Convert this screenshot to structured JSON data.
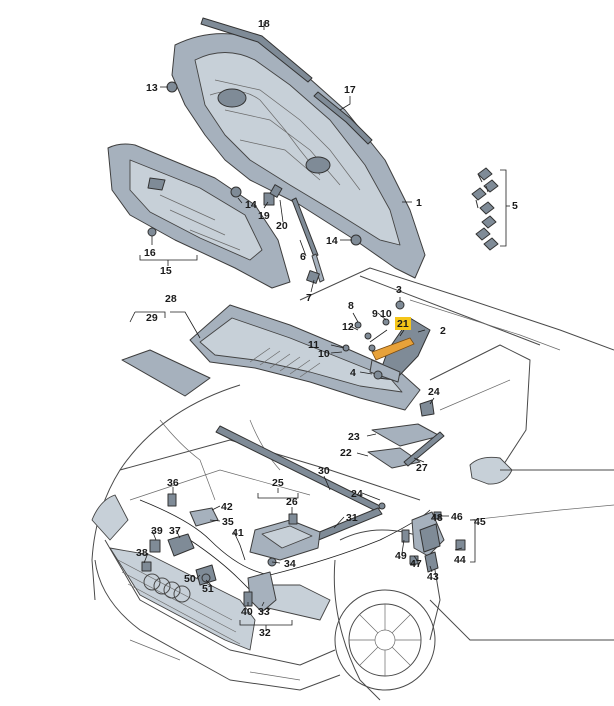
{
  "colors": {
    "part_fill": "#a6b1bd",
    "part_dark": "#7f8b97",
    "outline": "#4a4a4a",
    "highlight": "#f5c518",
    "highlight_part": "#e8a23a"
  },
  "callouts": [
    {
      "id": "c1",
      "text": "1"
    },
    {
      "id": "c2",
      "text": "2"
    },
    {
      "id": "c3",
      "text": "3"
    },
    {
      "id": "c4",
      "text": "4"
    },
    {
      "id": "c5",
      "text": "5"
    },
    {
      "id": "c6",
      "text": "6"
    },
    {
      "id": "c7",
      "text": "7"
    },
    {
      "id": "c8",
      "text": "8"
    },
    {
      "id": "c9",
      "text": "9"
    },
    {
      "id": "c10a",
      "text": "10"
    },
    {
      "id": "c10b",
      "text": "10"
    },
    {
      "id": "c11",
      "text": "11"
    },
    {
      "id": "c12",
      "text": "12"
    },
    {
      "id": "c13",
      "text": "13"
    },
    {
      "id": "c14a",
      "text": "14"
    },
    {
      "id": "c14b",
      "text": "14"
    },
    {
      "id": "c15",
      "text": "15"
    },
    {
      "id": "c16",
      "text": "16"
    },
    {
      "id": "c17",
      "text": "17"
    },
    {
      "id": "c18",
      "text": "18"
    },
    {
      "id": "c19",
      "text": "19"
    },
    {
      "id": "c20",
      "text": "20"
    },
    {
      "id": "c21",
      "text": "21",
      "highlighted": true
    },
    {
      "id": "c22",
      "text": "22"
    },
    {
      "id": "c23",
      "text": "23"
    },
    {
      "id": "c24a",
      "text": "24"
    },
    {
      "id": "c24b",
      "text": "24"
    },
    {
      "id": "c25",
      "text": "25"
    },
    {
      "id": "c26",
      "text": "26"
    },
    {
      "id": "c27",
      "text": "27"
    },
    {
      "id": "c28",
      "text": "28"
    },
    {
      "id": "c29",
      "text": "29"
    },
    {
      "id": "c30",
      "text": "30"
    },
    {
      "id": "c31",
      "text": "31"
    },
    {
      "id": "c32",
      "text": "32"
    },
    {
      "id": "c33",
      "text": "33"
    },
    {
      "id": "c34",
      "text": "34"
    },
    {
      "id": "c35",
      "text": "35"
    },
    {
      "id": "c36",
      "text": "36"
    },
    {
      "id": "c37",
      "text": "37"
    },
    {
      "id": "c38",
      "text": "38"
    },
    {
      "id": "c39",
      "text": "39"
    },
    {
      "id": "c40",
      "text": "40"
    },
    {
      "id": "c41",
      "text": "41"
    },
    {
      "id": "c42",
      "text": "42"
    },
    {
      "id": "c43",
      "text": "43"
    },
    {
      "id": "c44",
      "text": "44"
    },
    {
      "id": "c45",
      "text": "45"
    },
    {
      "id": "c46",
      "text": "46"
    },
    {
      "id": "c47",
      "text": "47"
    },
    {
      "id": "c48",
      "text": "48"
    },
    {
      "id": "c49",
      "text": "49"
    },
    {
      "id": "c50",
      "text": "50"
    },
    {
      "id": "c51",
      "text": "51"
    }
  ]
}
